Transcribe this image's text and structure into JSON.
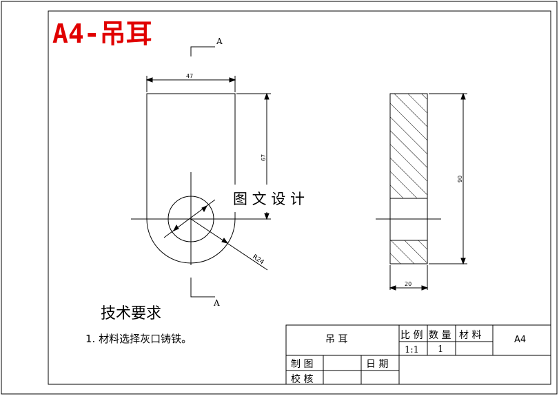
{
  "drawing": {
    "title": "A4-吊耳",
    "watermark": "图 文 设 计",
    "section_label_top": "A",
    "section_label_bottom": "A",
    "dim_width": "47",
    "dim_height": "67",
    "dim_radius": "R24",
    "dim_side_height": "90",
    "dim_side_width": "20"
  },
  "requirements": {
    "heading": "技术要求",
    "item1": "1. 材料选择灰口铸铁。"
  },
  "title_block": {
    "part_name": "吊  耳",
    "scale_label": "比 例",
    "quantity_label": "数 量",
    "material_label": "材 料",
    "sheet_size": "A4",
    "scale_value": "1:1",
    "quantity_value": "1",
    "drawn_label": "制 图",
    "date_label": "日 期",
    "checked_label": "校 核"
  },
  "colors": {
    "title_red": "#e00000",
    "line": "#000000"
  }
}
